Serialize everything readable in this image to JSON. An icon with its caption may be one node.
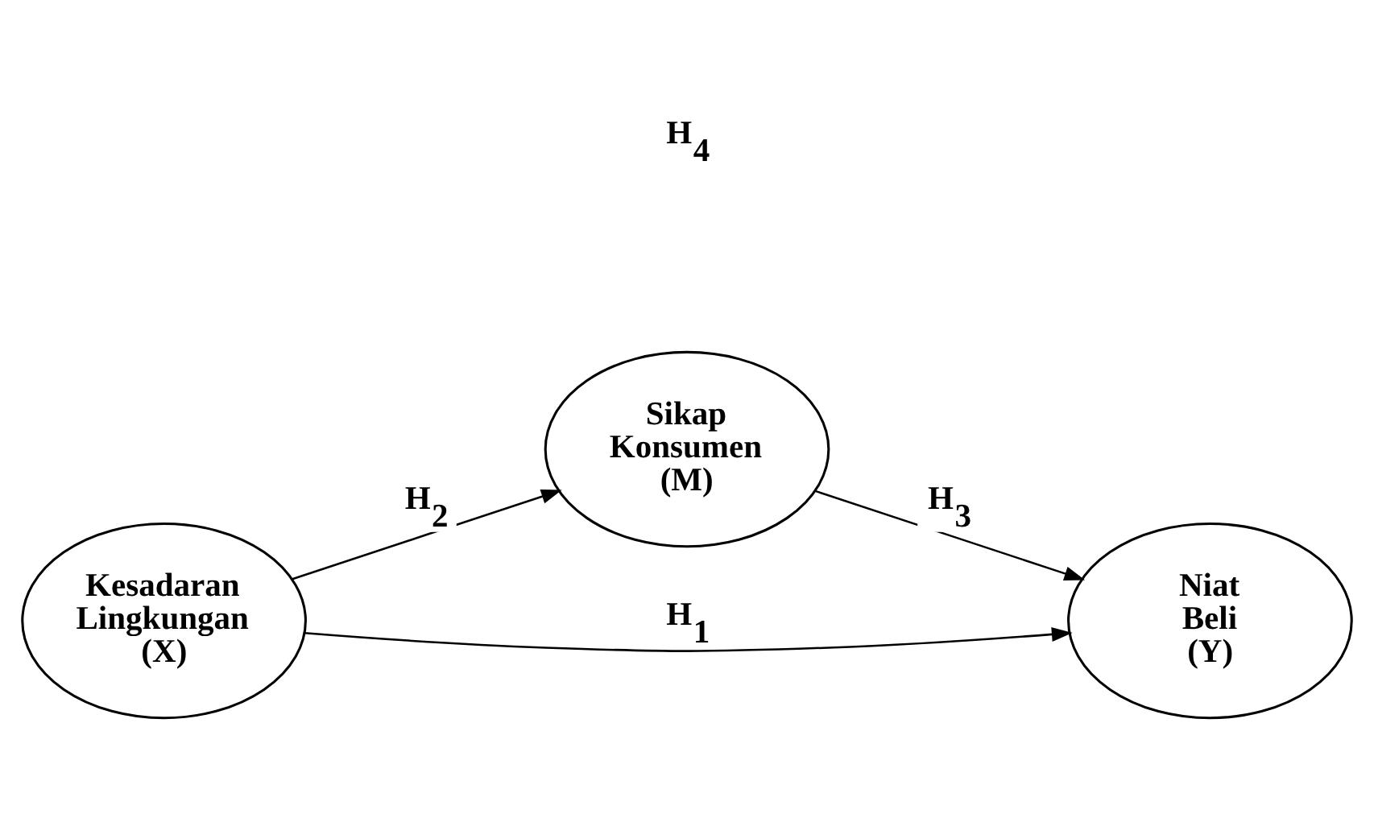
{
  "diagram": {
    "nodes": [
      {
        "text": [
          "Sikap Konsumen (M)"
        ]
      },
      {
        "text": [
          "Kesadaran Lingkungan (X)"
        ]
      },
      {
        "text": [
          "Niat Beli (Y)"
        ]
      }
    ],
    "edges": [
      {
        "from": 1,
        "to": 0,
        "arrow": "to",
        "label": "H$_{2}$"
      },
      {
        "from": 0,
        "to": 2,
        "arrow": "to",
        "label": "H$_{3}$"
      },
      {
        "from": 1,
        "to": 2,
        "arrow": "to",
        "label": "H$_{1}$"
      }
    ],
    "labels": [
      "H$_{4}$"
    ]
  }
}
